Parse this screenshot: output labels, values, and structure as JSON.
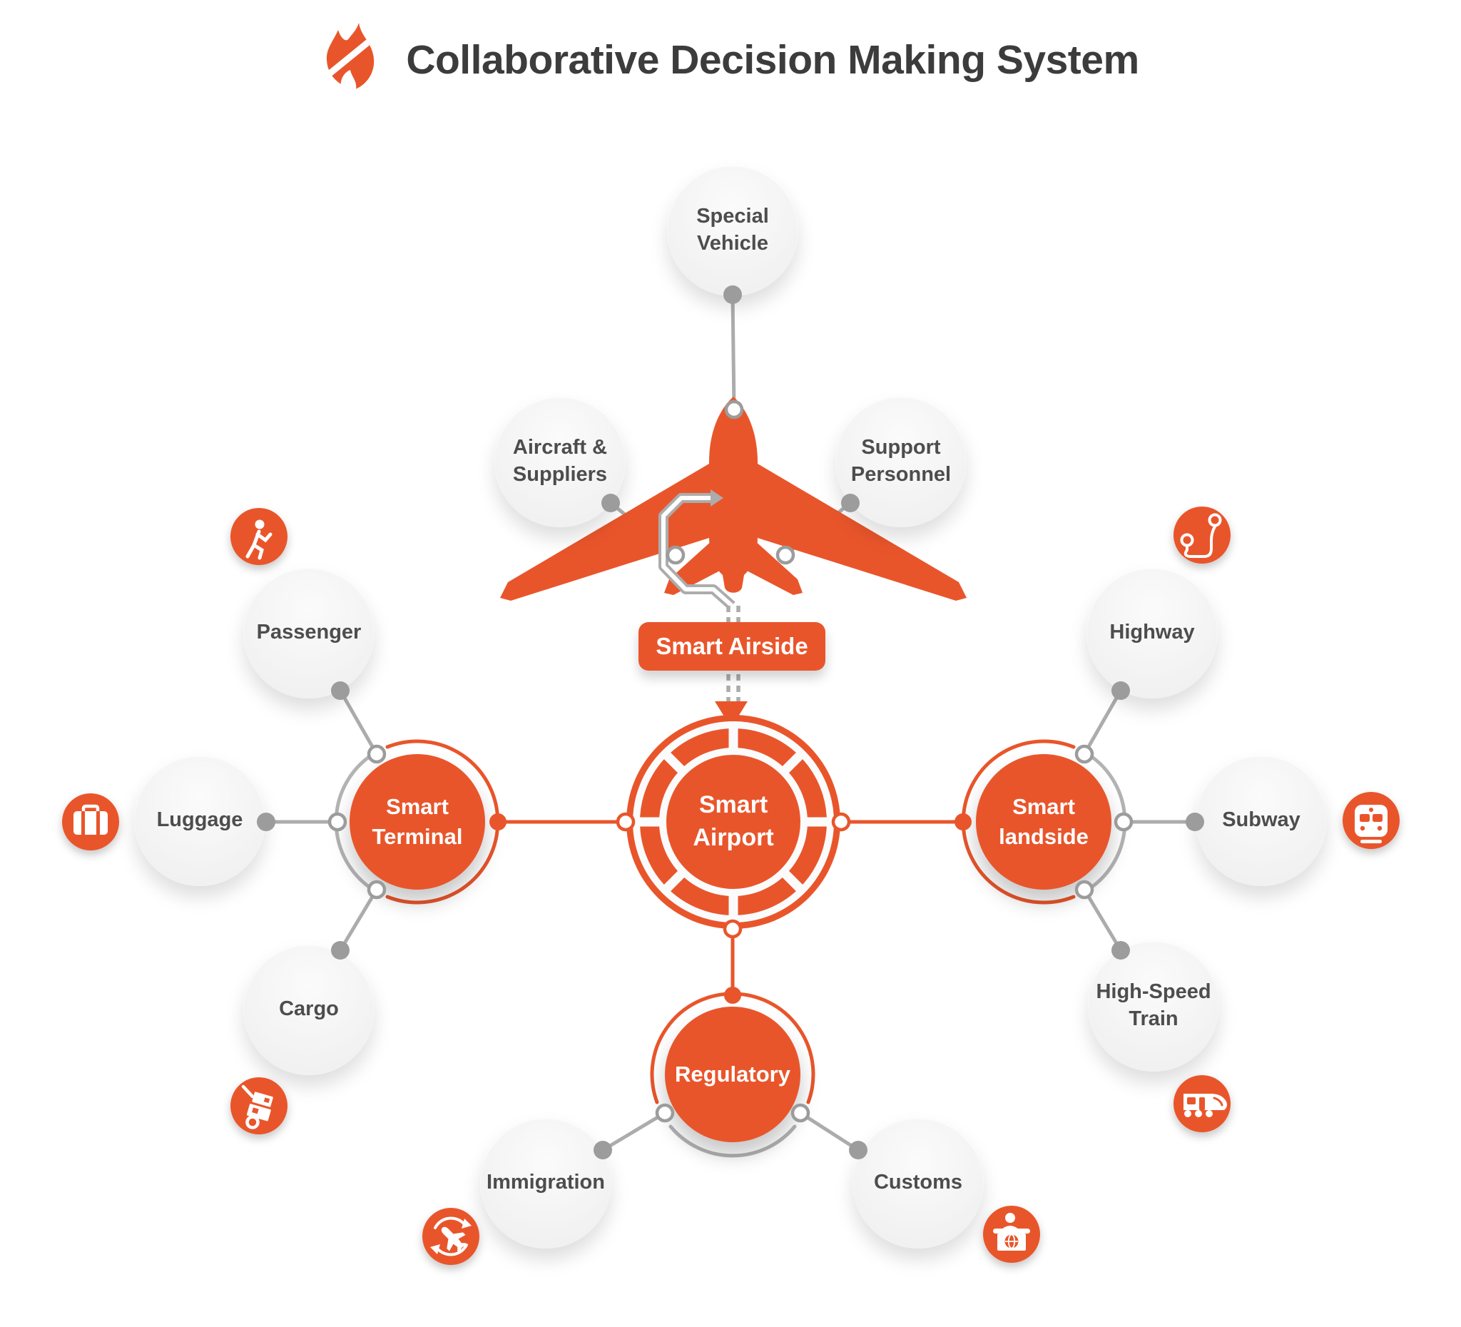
{
  "title": {
    "text": "Collaborative Decision Making System"
  },
  "logo": {
    "icon": "flame-icon",
    "color": "#E9552B"
  },
  "colors": {
    "accent_orange": "#E9552B",
    "line_gray": "#ACACAC",
    "dot_gray": "#9C9C9C",
    "satellite_bg": "#F2F2F2",
    "title_text": "#3C3C3C",
    "satellite_text": "#4D4D4D"
  },
  "hub": {
    "label": "Smart Airport",
    "icon": "wheel-ring-icon"
  },
  "branches": {
    "airside": {
      "label": "Smart Airside",
      "decoration_icons": [
        "airplane-icon",
        "jet-bridge-icon",
        "down-arrow-icon"
      ],
      "satellites": [
        {
          "label": "Special Vehicle"
        },
        {
          "label": "Aircraft & Suppliers"
        },
        {
          "label": "Support Personnel"
        }
      ]
    },
    "terminal": {
      "label": "Smart Terminal",
      "satellites": [
        {
          "label": "Passenger",
          "icon": "walking-person-icon"
        },
        {
          "label": "Luggage",
          "icon": "suitcase-icon"
        },
        {
          "label": "Cargo",
          "icon": "hand-truck-icon"
        }
      ]
    },
    "landside": {
      "label": "Smart landside",
      "satellites": [
        {
          "label": "Highway",
          "icon": "route-icon"
        },
        {
          "label": "Subway",
          "icon": "subway-train-icon"
        },
        {
          "label": "High-Speed Train",
          "icon": "high-speed-train-icon"
        }
      ]
    },
    "regulatory": {
      "label": "Regulatory",
      "satellites": [
        {
          "label": "Immigration",
          "icon": "transfer-plane-icon"
        },
        {
          "label": "Customs",
          "icon": "customs-officer-icon"
        }
      ]
    }
  }
}
